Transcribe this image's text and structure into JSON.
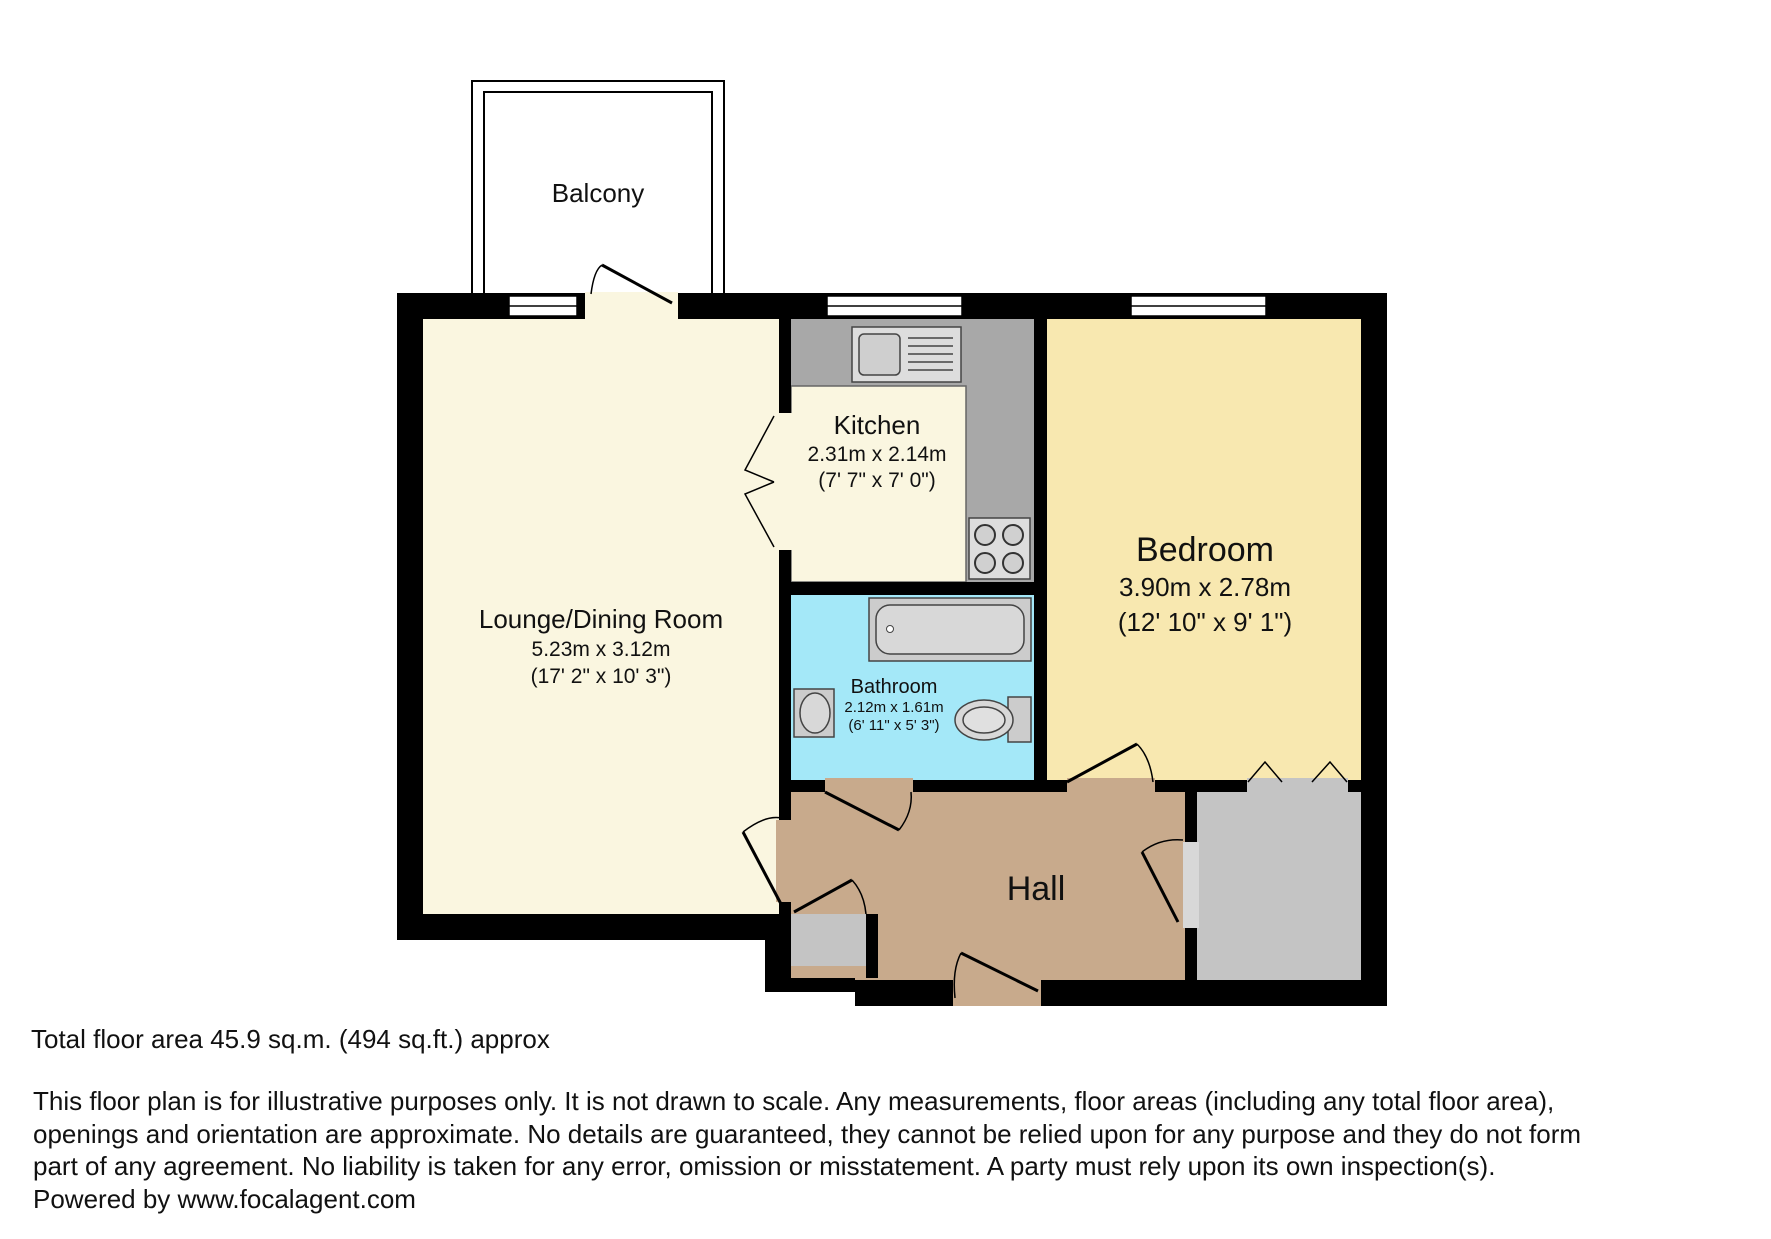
{
  "colors": {
    "wall": "#000000",
    "lounge": "#faf6e0",
    "kitchen": "#faf6e0",
    "kitchen_counter": "#a8a8a8",
    "bedroom": "#f8e8b0",
    "bathroom": "#a4e8f8",
    "hall": "#c8aa8c",
    "storage": "#c4c4c4",
    "fixture": "#cccccc",
    "door_line": "#000000"
  },
  "rooms": {
    "balcony": {
      "name": "Balcony"
    },
    "kitchen": {
      "name": "Kitchen",
      "metric": "2.31m x 2.14m",
      "imperial": "(7' 7\" x 7' 0\")"
    },
    "bedroom": {
      "name": "Bedroom",
      "metric": "3.90m x 2.78m",
      "imperial": "(12' 10\" x 9' 1\")"
    },
    "lounge": {
      "name": "Lounge/Dining Room",
      "metric": "5.23m x 3.12m",
      "imperial": "(17' 2\" x 10' 3\")"
    },
    "bathroom": {
      "name": "Bathroom",
      "metric": "2.12m x 1.61m",
      "imperial": "(6' 11\" x 5' 3\")"
    },
    "hall": {
      "name": "Hall"
    }
  },
  "icons": [
    "sink-icon",
    "hob-icon",
    "bath-icon",
    "toilet-icon",
    "basin-icon",
    "door-icon",
    "window-icon"
  ],
  "footer": {
    "total_area": "Total floor area 45.9 sq.m. (494 sq.ft.) approx",
    "disclaimer_lines": [
      "This floor plan is for illustrative purposes only. It is not drawn to scale. Any measurements, floor areas (including any total floor area),",
      "openings and orientation are approximate. No details are guaranteed, they cannot be relied upon for any purpose and they do not form",
      "part of any agreement. No liability is taken for any error, omission or misstatement. A party must rely upon its own inspection(s).",
      "Powered by www.focalagent.com"
    ]
  }
}
